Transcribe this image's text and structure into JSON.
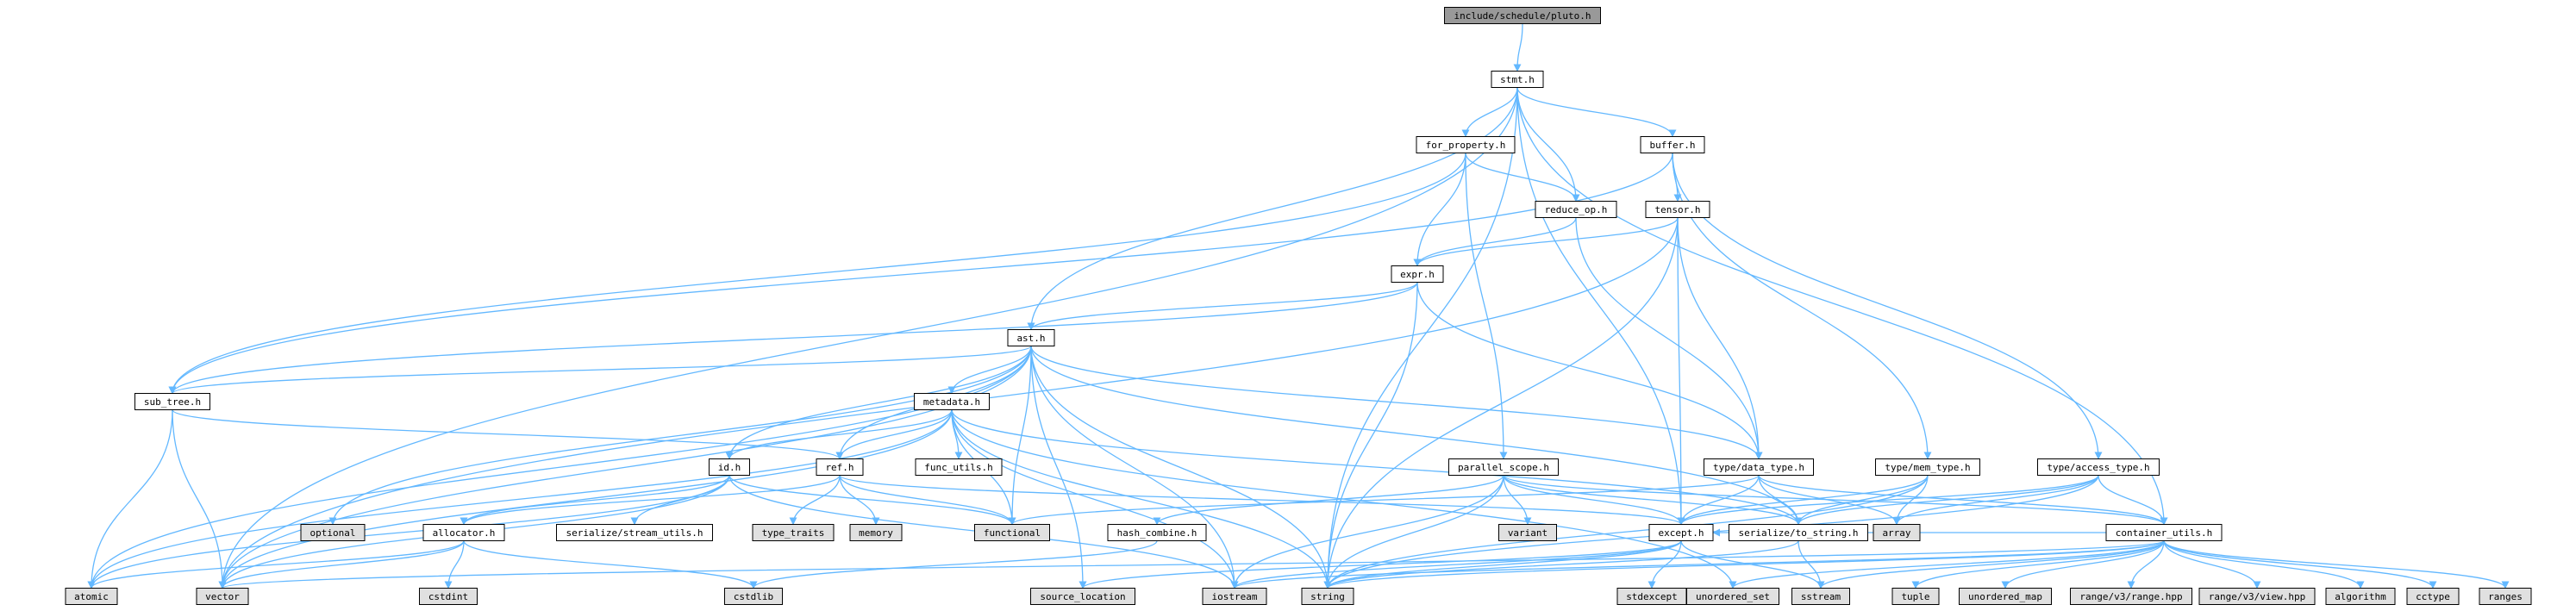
{
  "title": "include/schedule/pluto.h",
  "colors": {
    "edge": "#63b8ff",
    "root_fill": "#999999",
    "header_fill": "#ffffff",
    "system_fill": "#e0e0e0",
    "border": "#000000"
  },
  "nodes": [
    {
      "id": "pluto",
      "label": "include/schedule/pluto.h",
      "kind": "root"
    },
    {
      "id": "stmt",
      "label": "stmt.h",
      "kind": "header"
    },
    {
      "id": "for_property",
      "label": "for_property.h",
      "kind": "header"
    },
    {
      "id": "buffer",
      "label": "buffer.h",
      "kind": "header"
    },
    {
      "id": "reduce_op",
      "label": "reduce_op.h",
      "kind": "header"
    },
    {
      "id": "tensor",
      "label": "tensor.h",
      "kind": "header"
    },
    {
      "id": "expr",
      "label": "expr.h",
      "kind": "header"
    },
    {
      "id": "ast",
      "label": "ast.h",
      "kind": "header"
    },
    {
      "id": "sub_tree",
      "label": "sub_tree.h",
      "kind": "header"
    },
    {
      "id": "metadata",
      "label": "metadata.h",
      "kind": "header"
    },
    {
      "id": "parallel_scope",
      "label": "parallel_scope.h",
      "kind": "header"
    },
    {
      "id": "data_type",
      "label": "type/data_type.h",
      "kind": "header"
    },
    {
      "id": "mem_type",
      "label": "type/mem_type.h",
      "kind": "header"
    },
    {
      "id": "access_type",
      "label": "type/access_type.h",
      "kind": "header"
    },
    {
      "id": "id",
      "label": "id.h",
      "kind": "header"
    },
    {
      "id": "ref",
      "label": "ref.h",
      "kind": "header"
    },
    {
      "id": "func_utils",
      "label": "func_utils.h",
      "kind": "header"
    },
    {
      "id": "allocator",
      "label": "allocator.h",
      "kind": "header"
    },
    {
      "id": "serialize_stream",
      "label": "serialize/stream_utils.h",
      "kind": "header"
    },
    {
      "id": "hash_combine",
      "label": "hash_combine.h",
      "kind": "header"
    },
    {
      "id": "except",
      "label": "except.h",
      "kind": "header"
    },
    {
      "id": "to_string",
      "label": "serialize/to_string.h",
      "kind": "header"
    },
    {
      "id": "container_utils",
      "label": "container_utils.h",
      "kind": "header"
    },
    {
      "id": "optional",
      "label": "optional",
      "kind": "system"
    },
    {
      "id": "type_traits",
      "label": "type_traits",
      "kind": "system"
    },
    {
      "id": "memory",
      "label": "memory",
      "kind": "system"
    },
    {
      "id": "functional",
      "label": "functional",
      "kind": "system"
    },
    {
      "id": "variant",
      "label": "variant",
      "kind": "system"
    },
    {
      "id": "array",
      "label": "array",
      "kind": "system"
    },
    {
      "id": "atomic",
      "label": "atomic",
      "kind": "system"
    },
    {
      "id": "vector",
      "label": "vector",
      "kind": "system"
    },
    {
      "id": "cstdint",
      "label": "cstdint",
      "kind": "system"
    },
    {
      "id": "cstdlib",
      "label": "cstdlib",
      "kind": "system"
    },
    {
      "id": "source_location",
      "label": "source_location",
      "kind": "system"
    },
    {
      "id": "iostream",
      "label": "iostream",
      "kind": "system"
    },
    {
      "id": "string",
      "label": "string",
      "kind": "system"
    },
    {
      "id": "stdexcept",
      "label": "stdexcept",
      "kind": "system"
    },
    {
      "id": "unordered_set",
      "label": "unordered_set",
      "kind": "system"
    },
    {
      "id": "sstream",
      "label": "sstream",
      "kind": "system"
    },
    {
      "id": "tuple",
      "label": "tuple",
      "kind": "system"
    },
    {
      "id": "unordered_map",
      "label": "unordered_map",
      "kind": "system"
    },
    {
      "id": "range_hpp",
      "label": "range/v3/range.hpp",
      "kind": "system"
    },
    {
      "id": "view_hpp",
      "label": "range/v3/view.hpp",
      "kind": "system"
    },
    {
      "id": "algorithm",
      "label": "algorithm",
      "kind": "system"
    },
    {
      "id": "cctype",
      "label": "cctype",
      "kind": "system"
    },
    {
      "id": "ranges",
      "label": "ranges",
      "kind": "system"
    }
  ],
  "edges": [
    [
      "pluto",
      "stmt"
    ],
    [
      "stmt",
      "for_property"
    ],
    [
      "stmt",
      "buffer"
    ],
    [
      "stmt",
      "reduce_op"
    ],
    [
      "stmt",
      "ast"
    ],
    [
      "stmt",
      "vector"
    ],
    [
      "stmt",
      "string"
    ],
    [
      "stmt",
      "except"
    ],
    [
      "stmt",
      "container_utils"
    ],
    [
      "for_property",
      "expr"
    ],
    [
      "for_property",
      "reduce_op"
    ],
    [
      "for_property",
      "parallel_scope"
    ],
    [
      "for_property",
      "sub_tree"
    ],
    [
      "buffer",
      "tensor"
    ],
    [
      "buffer",
      "sub_tree"
    ],
    [
      "buffer",
      "mem_type"
    ],
    [
      "buffer",
      "access_type"
    ],
    [
      "reduce_op",
      "expr"
    ],
    [
      "reduce_op",
      "data_type"
    ],
    [
      "tensor",
      "expr"
    ],
    [
      "tensor",
      "data_type"
    ],
    [
      "tensor",
      "except"
    ],
    [
      "tensor",
      "string"
    ],
    [
      "tensor",
      "vector"
    ],
    [
      "expr",
      "ast"
    ],
    [
      "expr",
      "data_type"
    ],
    [
      "expr",
      "string"
    ],
    [
      "expr",
      "sub_tree"
    ],
    [
      "ast",
      "sub_tree"
    ],
    [
      "ast",
      "metadata"
    ],
    [
      "ast",
      "id"
    ],
    [
      "ast",
      "ref"
    ],
    [
      "ast",
      "data_type"
    ],
    [
      "ast",
      "to_string"
    ],
    [
      "ast",
      "optional"
    ],
    [
      "ast",
      "functional"
    ],
    [
      "ast",
      "atomic"
    ],
    [
      "ast",
      "vector"
    ],
    [
      "ast",
      "iostream"
    ],
    [
      "ast",
      "string"
    ],
    [
      "ast",
      "source_location"
    ],
    [
      "sub_tree",
      "ref"
    ],
    [
      "sub_tree",
      "atomic"
    ],
    [
      "sub_tree",
      "vector"
    ],
    [
      "metadata",
      "id"
    ],
    [
      "metadata",
      "ref"
    ],
    [
      "metadata",
      "func_utils"
    ],
    [
      "metadata",
      "functional"
    ],
    [
      "metadata",
      "to_string"
    ],
    [
      "metadata",
      "iostream"
    ],
    [
      "metadata",
      "string"
    ],
    [
      "metadata",
      "vector"
    ],
    [
      "metadata",
      "unordered_set"
    ],
    [
      "metadata",
      "atomic"
    ],
    [
      "parallel_scope",
      "except"
    ],
    [
      "parallel_scope",
      "to_string"
    ],
    [
      "parallel_scope",
      "variant"
    ],
    [
      "parallel_scope",
      "hash_combine"
    ],
    [
      "parallel_scope",
      "string"
    ],
    [
      "parallel_scope",
      "iostream"
    ],
    [
      "parallel_scope",
      "container_utils"
    ],
    [
      "data_type",
      "except"
    ],
    [
      "data_type",
      "to_string"
    ],
    [
      "data_type",
      "container_utils"
    ],
    [
      "data_type",
      "functional"
    ],
    [
      "data_type",
      "array"
    ],
    [
      "mem_type",
      "except"
    ],
    [
      "mem_type",
      "to_string"
    ],
    [
      "mem_type",
      "array"
    ],
    [
      "mem_type",
      "string"
    ],
    [
      "access_type",
      "except"
    ],
    [
      "access_type",
      "to_string"
    ],
    [
      "access_type",
      "array"
    ],
    [
      "access_type",
      "container_utils"
    ],
    [
      "access_type",
      "string"
    ],
    [
      "id",
      "allocator"
    ],
    [
      "id",
      "serialize_stream"
    ],
    [
      "id",
      "functional"
    ],
    [
      "id",
      "atomic"
    ],
    [
      "id",
      "vector"
    ],
    [
      "id",
      "iostream"
    ],
    [
      "ref",
      "type_traits"
    ],
    [
      "ref",
      "memory"
    ],
    [
      "ref",
      "functional"
    ],
    [
      "ref",
      "except"
    ],
    [
      "ref",
      "allocator"
    ],
    [
      "allocator",
      "atomic"
    ],
    [
      "allocator",
      "vector"
    ],
    [
      "allocator",
      "cstdint"
    ],
    [
      "allocator",
      "cstdlib"
    ],
    [
      "hash_combine",
      "cstdlib"
    ],
    [
      "except",
      "source_location"
    ],
    [
      "except",
      "string"
    ],
    [
      "except",
      "stdexcept"
    ],
    [
      "except",
      "sstream"
    ],
    [
      "except",
      "iostream"
    ],
    [
      "to_string",
      "sstream"
    ],
    [
      "to_string",
      "string"
    ],
    [
      "container_utils",
      "vector"
    ],
    [
      "container_utils",
      "iostream"
    ],
    [
      "container_utils",
      "string"
    ],
    [
      "container_utils",
      "sstream"
    ],
    [
      "container_utils",
      "tuple"
    ],
    [
      "container_utils",
      "unordered_map"
    ],
    [
      "container_utils",
      "unordered_set"
    ],
    [
      "container_utils",
      "range_hpp"
    ],
    [
      "container_utils",
      "view_hpp"
    ],
    [
      "container_utils",
      "algorithm"
    ],
    [
      "container_utils",
      "cctype"
    ],
    [
      "container_utils",
      "ranges"
    ],
    [
      "container_utils",
      "except"
    ]
  ]
}
